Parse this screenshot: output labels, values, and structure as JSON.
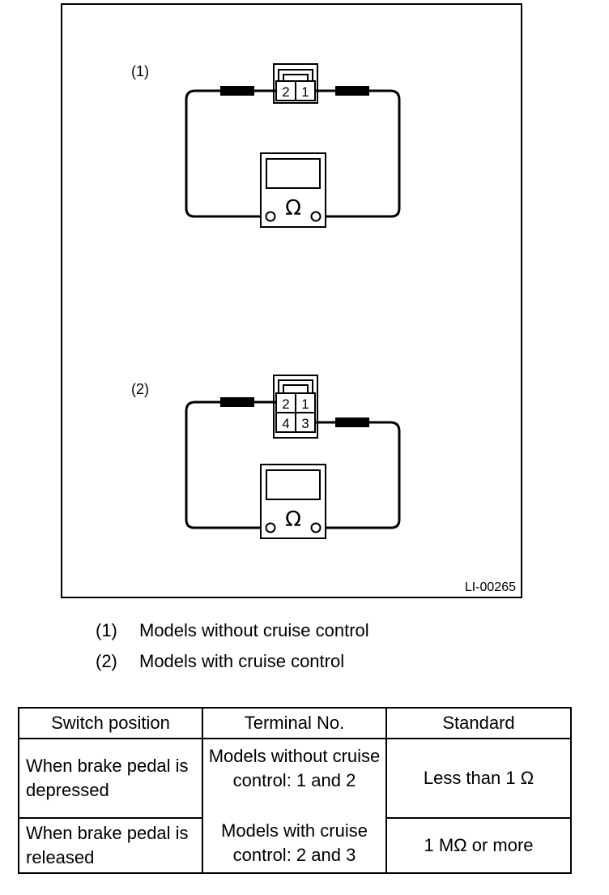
{
  "figure": {
    "label_1": "(1)",
    "label_2": "(2)",
    "meter_symbol": "Ω",
    "connector_1_pins": [
      "2",
      "1"
    ],
    "connector_2_pins": [
      "2",
      "1",
      "4",
      "3"
    ],
    "reference_code": "LI-00265"
  },
  "legend": [
    {
      "num": "(1)",
      "text": "Models without cruise control"
    },
    {
      "num": "(2)",
      "text": "Models with cruise control"
    }
  ],
  "table": {
    "headers": [
      "Switch position",
      "Terminal No.",
      "Standard"
    ],
    "rows": [
      {
        "switch": "When brake pedal is depressed",
        "standard": "Less than 1 Ω"
      },
      {
        "switch": "When brake pedal is released",
        "standard": "1 MΩ or more"
      }
    ],
    "terminal_without": "Models without cruise control: 1 and 2",
    "terminal_with": "Models with cruise control: 2 and 3"
  }
}
